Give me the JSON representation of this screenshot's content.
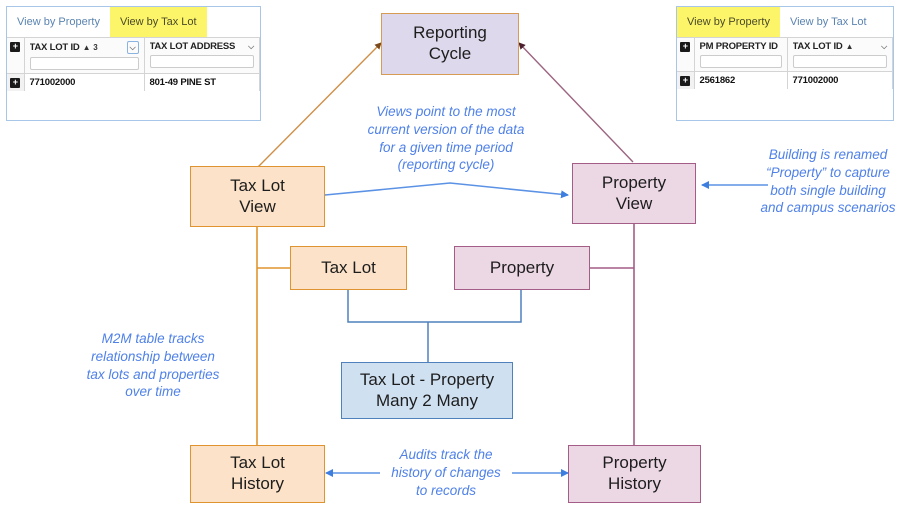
{
  "diagram": {
    "nodes": {
      "reporting_cycle": "Reporting\nCycle",
      "tax_lot_view": "Tax Lot\nView",
      "property_view": "Property\nView",
      "tax_lot": "Tax Lot",
      "property": "Property",
      "m2m": "Tax Lot - Property\nMany 2 Many",
      "tax_lot_history": "Tax Lot\nHistory",
      "property_history": "Property\nHistory"
    },
    "annotations": {
      "views": "Views point to the most\ncurrent version of the data\nfor a given time period\n(reporting cycle)",
      "building": "Building is renamed\n“Property” to capture\nboth single building\nand campus scenarios",
      "m2m": "M2M table tracks\nrelationship between\ntax lots and properties\nover time",
      "audits": "Audits track the\nhistory of changes\nto records"
    },
    "colors": {
      "purple_fill": "#ddd8ec",
      "orange_fill": "#fbe2c8",
      "orange_border": "#e0942f",
      "pink_fill": "#ecd7e4",
      "pink_border": "#a35d86",
      "blue_fill": "#cfe0f1",
      "blue_border": "#4f81bd",
      "note_blue": "#4f81e8",
      "tab_highlight": "#fdf569"
    }
  },
  "panel_left": {
    "tabs": [
      {
        "label": "View by Property",
        "active": false
      },
      {
        "label": "View by Tax Lot",
        "active": true
      }
    ],
    "columns": [
      {
        "header": "TAX LOT ID",
        "sort": "▲",
        "sort_order": "3",
        "caret": "⌵",
        "caret_boxed": true
      },
      {
        "header": "TAX LOT ADDRESS",
        "sort": "",
        "sort_order": "",
        "caret": "⌵",
        "caret_boxed": false
      }
    ],
    "expand_icon": "+",
    "row": {
      "expand_icon": "+",
      "cells": [
        "771002000",
        "801-49 PINE ST"
      ]
    }
  },
  "panel_right": {
    "tabs": [
      {
        "label": "View by Property",
        "active": true
      },
      {
        "label": "View by Tax Lot",
        "active": false
      }
    ],
    "columns": [
      {
        "header": "PM PROPERTY ID",
        "sort": "",
        "sort_order": "",
        "caret": "",
        "caret_boxed": false
      },
      {
        "header": "TAX LOT ID",
        "sort": "▲",
        "sort_order": "",
        "caret": "⌵",
        "caret_boxed": false
      }
    ],
    "expand_icon": "+",
    "row": {
      "expand_icon": "+",
      "cells": [
        "2561862",
        "771002000"
      ]
    }
  }
}
